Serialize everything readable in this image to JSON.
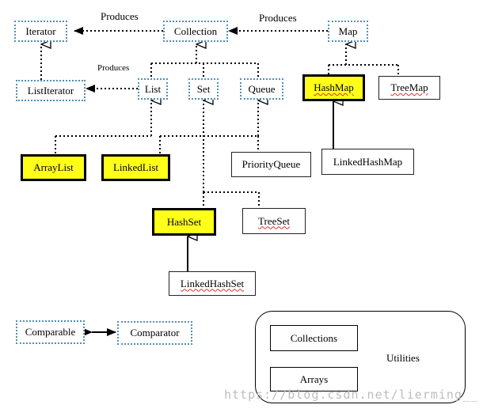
{
  "nodes": {
    "iterator": "Iterator",
    "collection": "Collection",
    "map": "Map",
    "list_iterator": "ListIterator",
    "list": "List",
    "set": "Set",
    "queue": "Queue",
    "hash_map": "HashMap",
    "tree_map": "TreeMap",
    "array_list": "ArrayList",
    "linked_list": "LinkedList",
    "priority_queue": "PriorityQueue",
    "linked_hash_map": "LinkedHashMap",
    "hash_set": "HashSet",
    "tree_set": "TreeSet",
    "linked_hash_set": "LinkedHashSet",
    "comparable": "Comparable",
    "comparator": "Comparator"
  },
  "edge_labels": {
    "collection_to_iterator": "Produces",
    "map_to_collection": "Produces",
    "list_to_list_iterator": "Produces"
  },
  "utilities": {
    "label": "Utilities",
    "items": [
      "Collections",
      "Arrays"
    ]
  },
  "watermark": "https://blog.csdn.net/lierming__",
  "colors": {
    "interface_border": "#4f8fb8",
    "highlight_fill": "#ffff1a",
    "line": "#000000"
  }
}
